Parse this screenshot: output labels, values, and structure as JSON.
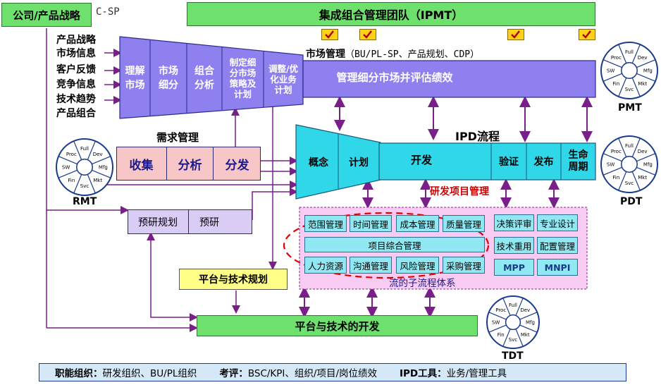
{
  "header": {
    "company_strategy": "公司/产品战略",
    "csp": "C-SP",
    "ipmt": "集成组合管理团队（IPMT）"
  },
  "inputs": [
    "产品战略",
    "市场信息",
    "客户反馈",
    "竞争信息",
    "技术趋势",
    "产品组合"
  ],
  "market": {
    "title": "市场管理",
    "subtitle": "（BU/PL-SP、产品规划、CDP）",
    "steps": [
      "理解\n市场",
      "市场\n细分",
      "组合\n分析",
      "制定细\n分市场\n策略及\n计划",
      "调整/优\n化业务\n计划"
    ],
    "bar": "管理细分市场并评估绩效"
  },
  "requirement": {
    "title": "需求管理",
    "steps": [
      "收集",
      "分析",
      "分发"
    ]
  },
  "preresearch": [
    "预研规划",
    "预研"
  ],
  "ipd": {
    "title": "IPD流程",
    "steps": [
      "概念",
      "计划",
      "开发",
      "验证",
      "发布",
      "生命\n周期"
    ]
  },
  "project_mgmt": {
    "title": "研发项目管理",
    "row1": [
      "范围管理",
      "时间管理",
      "成本管理",
      "质量管理"
    ],
    "integrated": "项目综合管理",
    "row3": [
      "人力资源",
      "沟通管理",
      "风险管理",
      "采购管理"
    ],
    "right": [
      "决策评审",
      "专业设计",
      "技术重用",
      "配置管理",
      "MPP",
      "MNPI"
    ],
    "footer": "流的子流程体系"
  },
  "platform": {
    "planning": "平台与技术规划",
    "development": "平台与技术的开发"
  },
  "teams": {
    "pmt": "PMT",
    "pdt": "PDT",
    "rmt": "RMT",
    "tdt": "TDT",
    "wheel_labels": [
      "Dev",
      "Mfg",
      "Mkt",
      "Svc",
      "Fin",
      "SW",
      "Proc",
      "Full"
    ]
  },
  "footer": {
    "org_label": "职能组织：",
    "org_value": "研发组织、BU/PL组织",
    "eval_label": "考评：",
    "eval_value": "BSC/KPI、组织/项目/岗位绩效",
    "tool_label": "IPD工具：",
    "tool_value": "业务/管理工具"
  },
  "colors": {
    "green": "#6ee06e",
    "purple": "#8f80ef",
    "cyan": "#2fd7e8",
    "pink": "#f7c6c6",
    "lavender": "#d9ccf5",
    "yellow": "#ffff88",
    "footer": "#d4e8f8",
    "arrow": "#7a1e8a",
    "dashed": "#e00000"
  }
}
